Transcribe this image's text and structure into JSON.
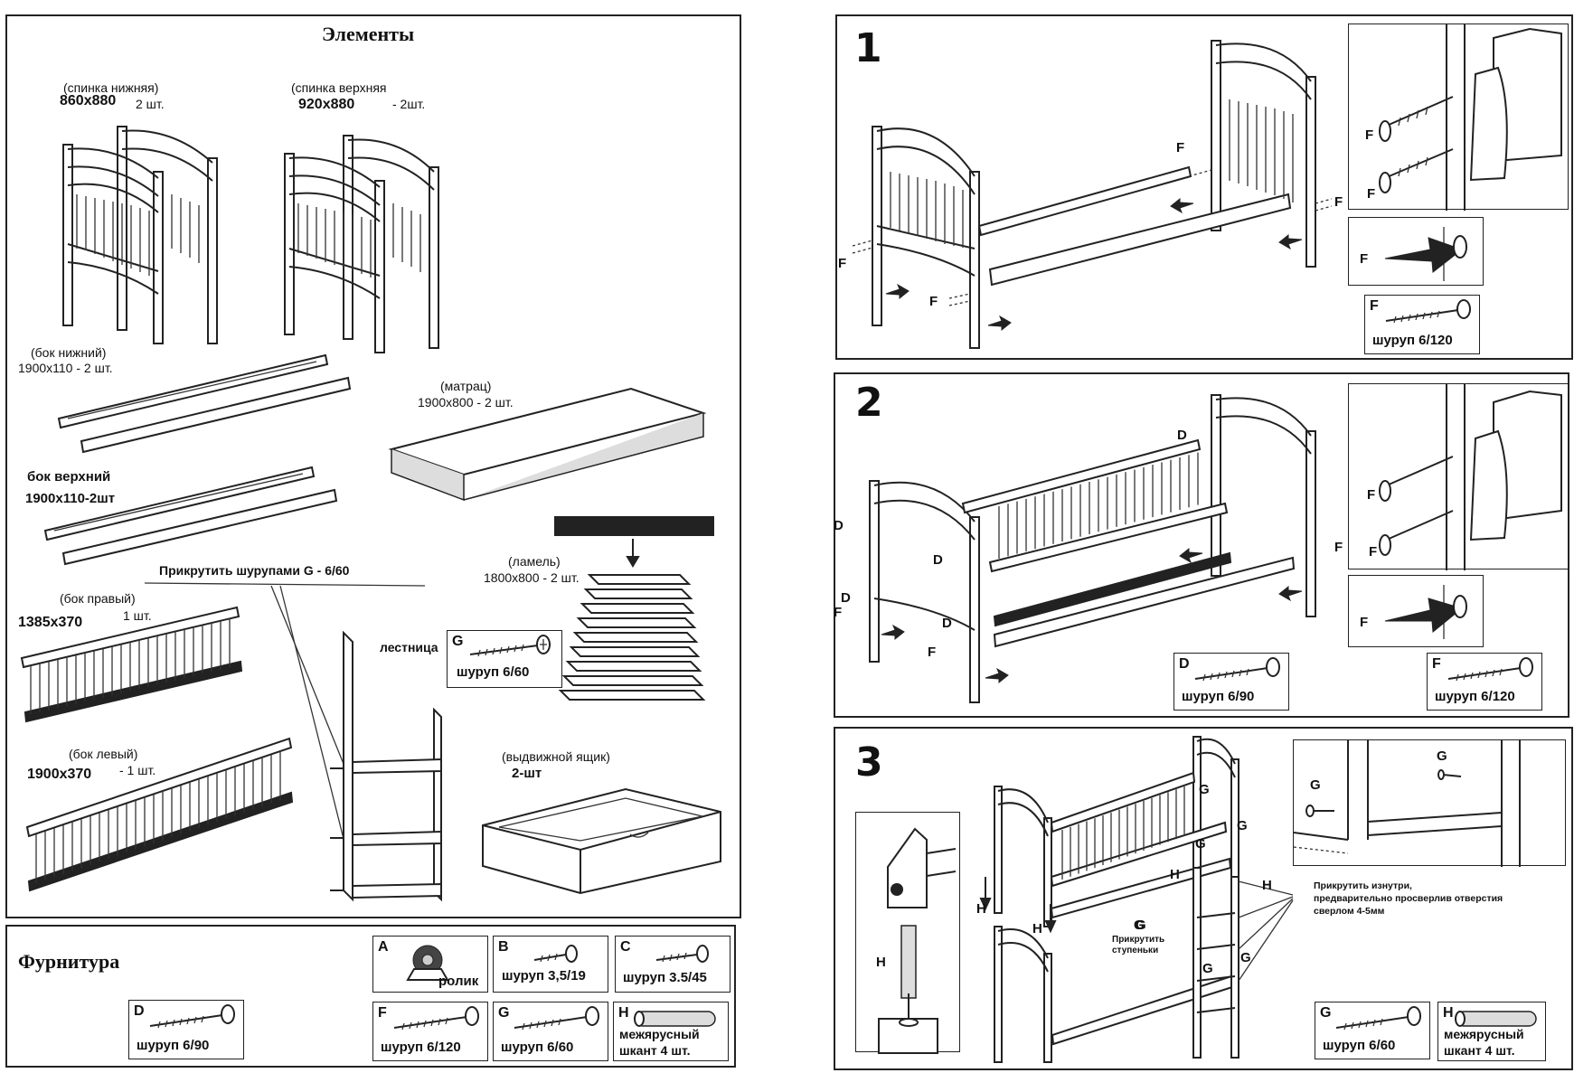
{
  "elements": {
    "title": "Элементы",
    "back_lower": {
      "name": "(спинка нижняя)",
      "size": "860x880",
      "qty": "2 шт."
    },
    "back_upper": {
      "name": "(спинка верхняя",
      "size": "920x880",
      "qty": "- 2шт."
    },
    "side_lower": {
      "name": "(бок нижний)",
      "spec": "1900x110 - 2 шт."
    },
    "mattress": {
      "name": "(матрац)",
      "spec": "1900x800 - 2 шт."
    },
    "side_upper": {
      "name": "бок верхний",
      "spec": "1900x110-2шт"
    },
    "screw_note": "Прикрутить шурупами  G - 6/60",
    "lamel": {
      "name": "(ламель)",
      "spec": "1800x800 - 2 шт."
    },
    "side_right": {
      "name": "(бок правый)",
      "size": "1385x370",
      "qty": "1 шт."
    },
    "ladder": "лестница",
    "ladder_screw": {
      "letter": "G",
      "label": "шуруп 6/60"
    },
    "side_left": {
      "name": "(бок левый)",
      "size": "1900x370",
      "qty": "- 1 шт."
    },
    "drawer": {
      "name": "(выдвижной ящик)",
      "qty": "2-шт"
    }
  },
  "hardware": {
    "title": "Фурнитура",
    "items": [
      {
        "letter": "A",
        "label": "ролик"
      },
      {
        "letter": "B",
        "label": "шуруп 3,5/19"
      },
      {
        "letter": "C",
        "label": "шуруп 3.5/45"
      },
      {
        "letter": "D",
        "label": "шуруп 6/90"
      },
      {
        "letter": "F",
        "label": "шуруп 6/120"
      },
      {
        "letter": "G",
        "label": "шуруп 6/60"
      },
      {
        "letter": "H",
        "label": "межярусный",
        "label2": "шкант 4 шт."
      }
    ]
  },
  "steps": [
    {
      "number": "1",
      "callout": "F",
      "part": {
        "letter": "F",
        "label": "шуруп 6/120"
      }
    },
    {
      "number": "2",
      "callout_d": "D",
      "callout_f": "F",
      "parts": [
        {
          "letter": "D",
          "label": "шуруп 6/90"
        },
        {
          "letter": "F",
          "label": "шуруп 6/120"
        }
      ]
    },
    {
      "number": "3",
      "callout_g": "G",
      "callout_h": "H",
      "note": "Прикрутить изнутри,",
      "note2": "предварительно просверлив отверстия",
      "note3": "сверлом 4-5мм",
      "steps_note": "Прикрутить",
      "steps_note2": "ступеньки",
      "parts": [
        {
          "letter": "G",
          "label": "шуруп 6/60"
        },
        {
          "letter": "H",
          "label": "межярусный",
          "label2": "шкант 4 шт."
        }
      ]
    }
  ]
}
